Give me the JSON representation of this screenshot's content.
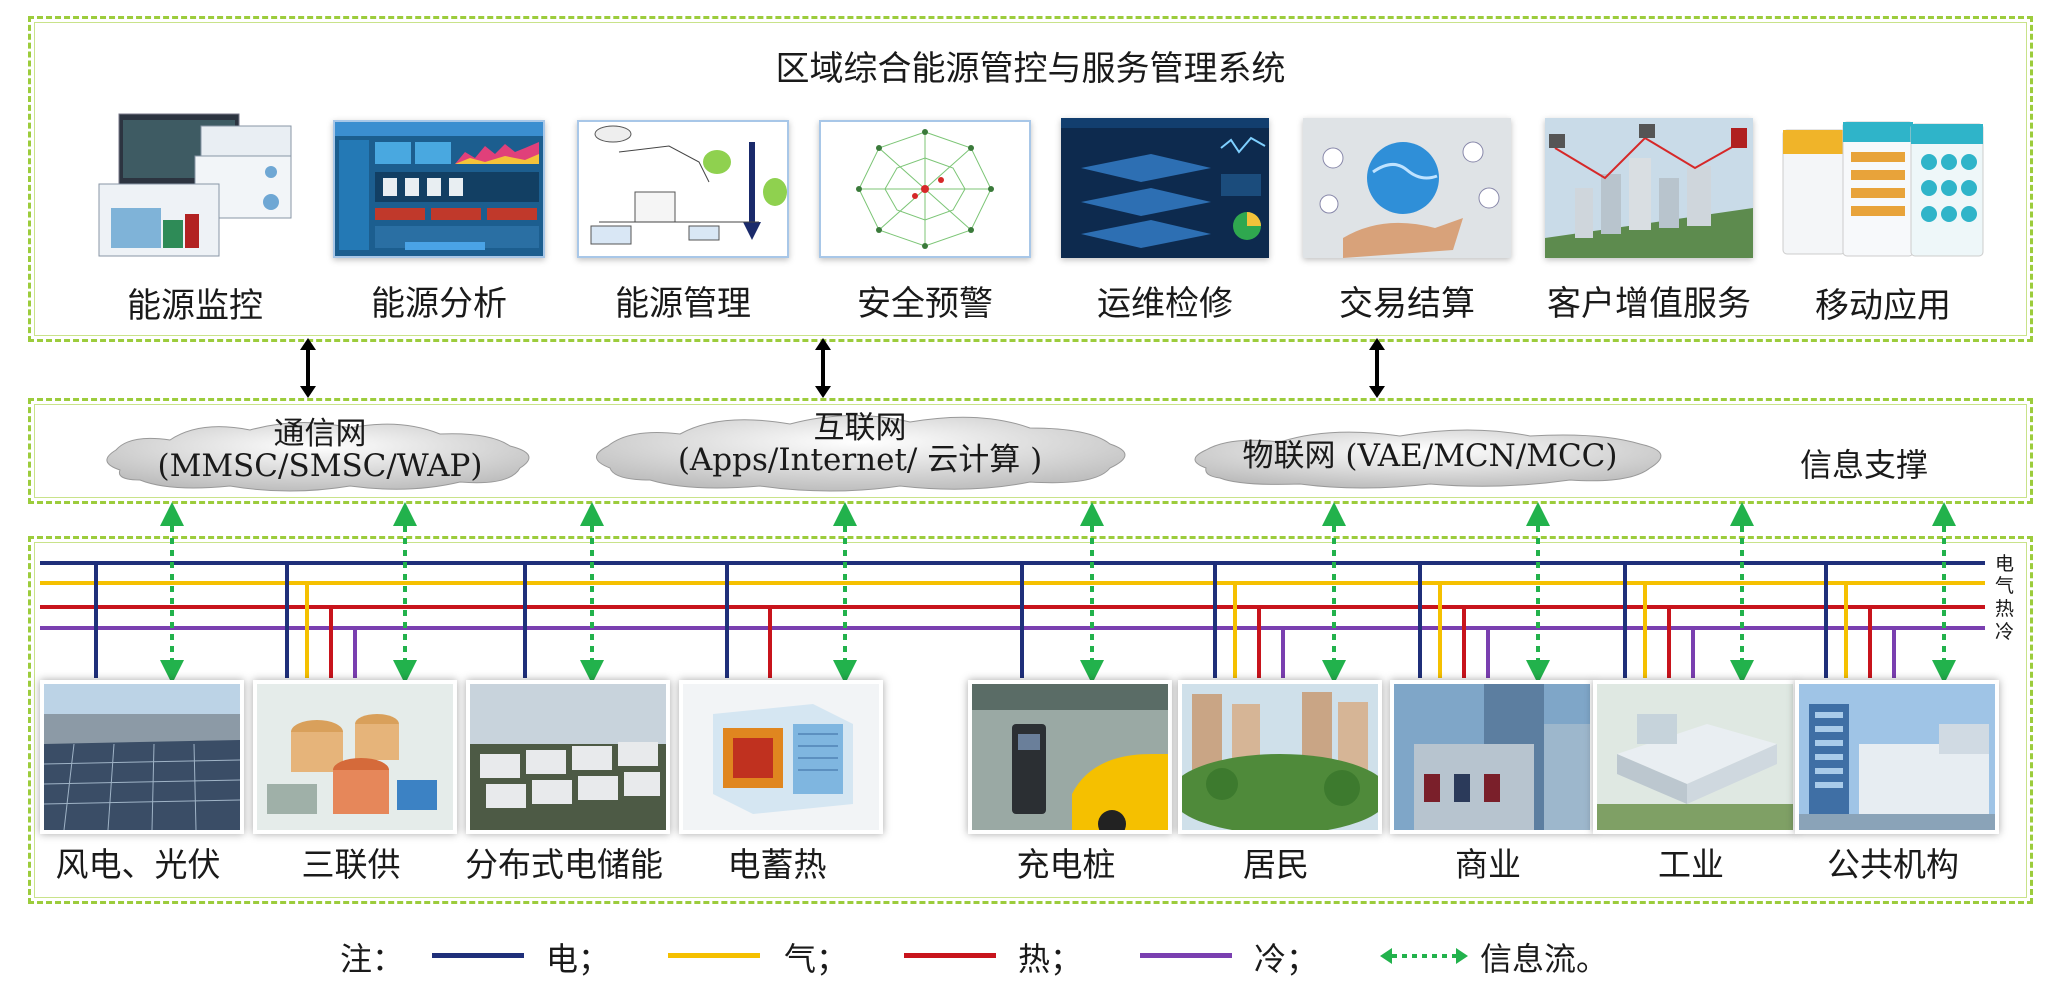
{
  "system": {
    "title": "区域综合能源管控与服务管理系统",
    "apps": [
      {
        "label": "能源监控",
        "icon": "monitor-screens-thumbnail"
      },
      {
        "label": "能源分析",
        "icon": "analysis-dashboard-thumbnail"
      },
      {
        "label": "能源管理",
        "icon": "management-flowchart-thumbnail"
      },
      {
        "label": "安全预警",
        "icon": "radar-chart-thumbnail"
      },
      {
        "label": "运维检修",
        "icon": "maintenance-3d-thumbnail"
      },
      {
        "label": "交易结算",
        "icon": "globe-hand-thumbnail"
      },
      {
        "label": "客户增值服务",
        "icon": "city-network-thumbnail"
      },
      {
        "label": "移动应用",
        "icon": "mobile-app-thumbnail"
      }
    ]
  },
  "info": {
    "clouds": [
      {
        "line1": "通信网",
        "line2": "(MMSC/SMSC/WAP)"
      },
      {
        "line1": "互联网",
        "line2": "(Apps/Internet/ 云计算 )"
      },
      {
        "line1": "物联网 (VAE/MCN/MCC)",
        "line2": ""
      }
    ],
    "label": "信息支撑"
  },
  "energy": {
    "side_labels": [
      "电",
      "气",
      "热",
      "冷"
    ],
    "nodes": [
      {
        "label": "风电、光伏"
      },
      {
        "label": "三联供"
      },
      {
        "label": "分布式电储能"
      },
      {
        "label": "电蓄热"
      },
      {
        "label": "充电桩"
      },
      {
        "label": "居民"
      },
      {
        "label": "商业"
      },
      {
        "label": "工业"
      },
      {
        "label": "公共机构"
      }
    ]
  },
  "legend": {
    "prefix": "注：",
    "items": [
      {
        "label": "电；",
        "color": "#1f2f7a"
      },
      {
        "label": "气；",
        "color": "#f5c000"
      },
      {
        "label": "热；",
        "color": "#c8141c"
      },
      {
        "label": "冷；",
        "color": "#7a3fb0"
      },
      {
        "label": "信息流。",
        "color": "#22b24c"
      }
    ]
  },
  "colors": {
    "electric": "#1f2f7a",
    "gas": "#f5c000",
    "heat": "#c8141c",
    "cold": "#7a3fb0",
    "info": "#22b24c",
    "border": "#9ccc3c"
  }
}
